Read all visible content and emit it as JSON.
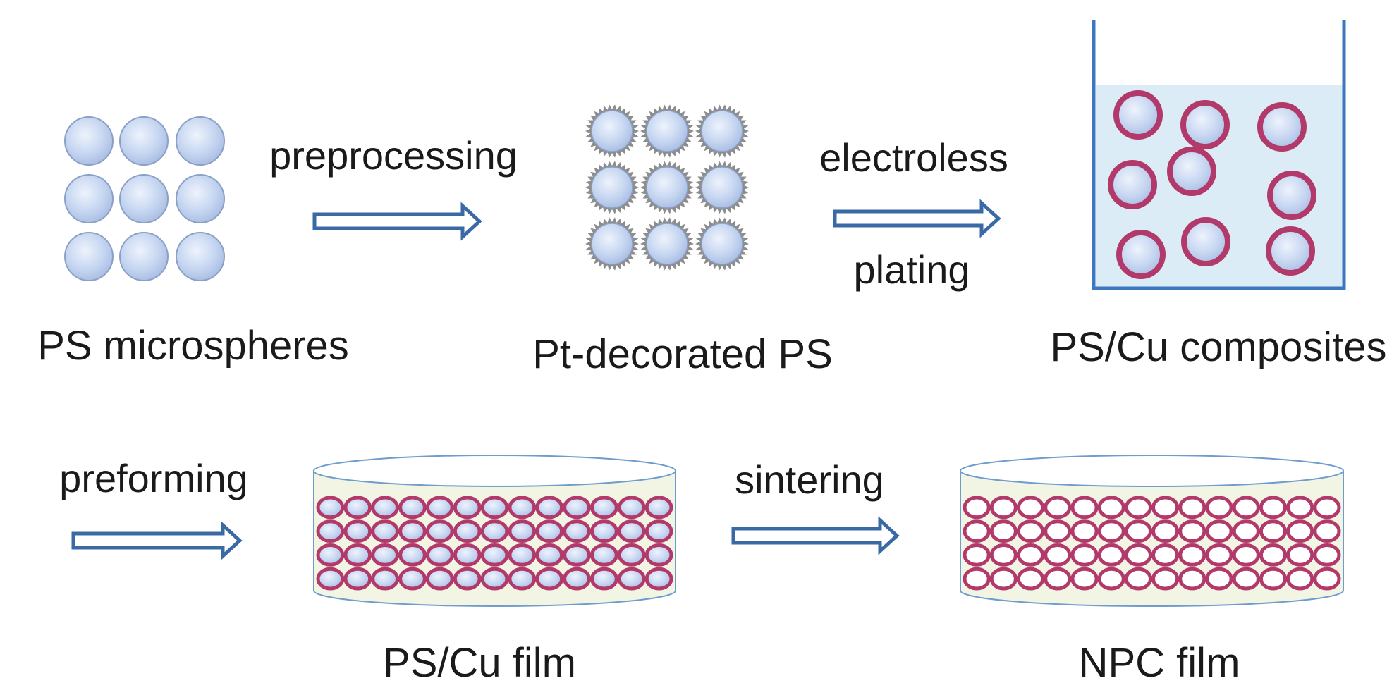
{
  "labels": {
    "preprocessing": "preprocessing",
    "electroless": "electroless",
    "plating": "plating",
    "ps_microspheres": "PS microspheres",
    "pt_decorated_ps": "Pt-decorated PS",
    "ps_cu_composites": "PS/Cu composites",
    "preforming": "preforming",
    "sintering": "sintering",
    "ps_cu_film": "PS/Cu film",
    "npc_film": "NPC film"
  },
  "colors": {
    "arrow": "#3a6aa3",
    "sphere_fill": "#c4d4f0",
    "sphere_edge": "#8aa0c6",
    "pt_spikes": "#8d8d8d",
    "cu_shell": "#b23a6a",
    "liquid": "#dcecf6",
    "beaker": "#3c78c0",
    "dish_fill": "#f3f5e4",
    "dish_edge": "#6e9ccc",
    "npc_pore": "#ffffff"
  }
}
